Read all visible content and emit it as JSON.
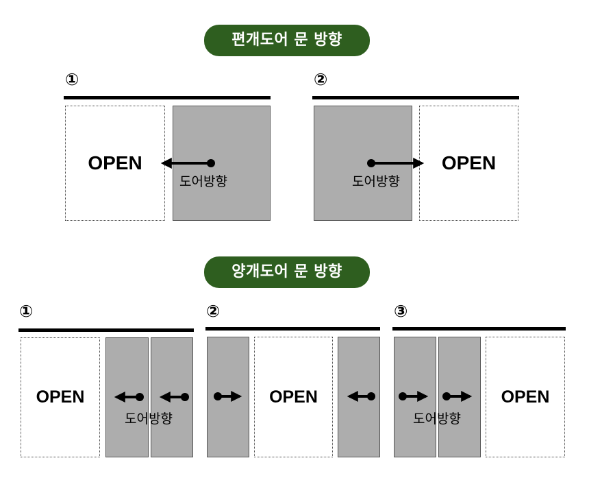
{
  "sections": {
    "single": {
      "title": "편개도어 문 방향",
      "panels": [
        {
          "number": "①",
          "open_label": "OPEN",
          "door_label": "도어방향"
        },
        {
          "number": "②",
          "open_label": "OPEN",
          "door_label": "도어방향"
        }
      ]
    },
    "double": {
      "title": "양개도어 문 방향",
      "panels": [
        {
          "number": "①",
          "open_label": "OPEN",
          "door_label": "도어방향"
        },
        {
          "number": "②",
          "open_label": "OPEN"
        },
        {
          "number": "③",
          "open_label": "OPEN",
          "door_label": "도어방향"
        }
      ]
    }
  },
  "colors": {
    "title_bg": "#2e5e1f",
    "door_fill": "#adadad"
  }
}
